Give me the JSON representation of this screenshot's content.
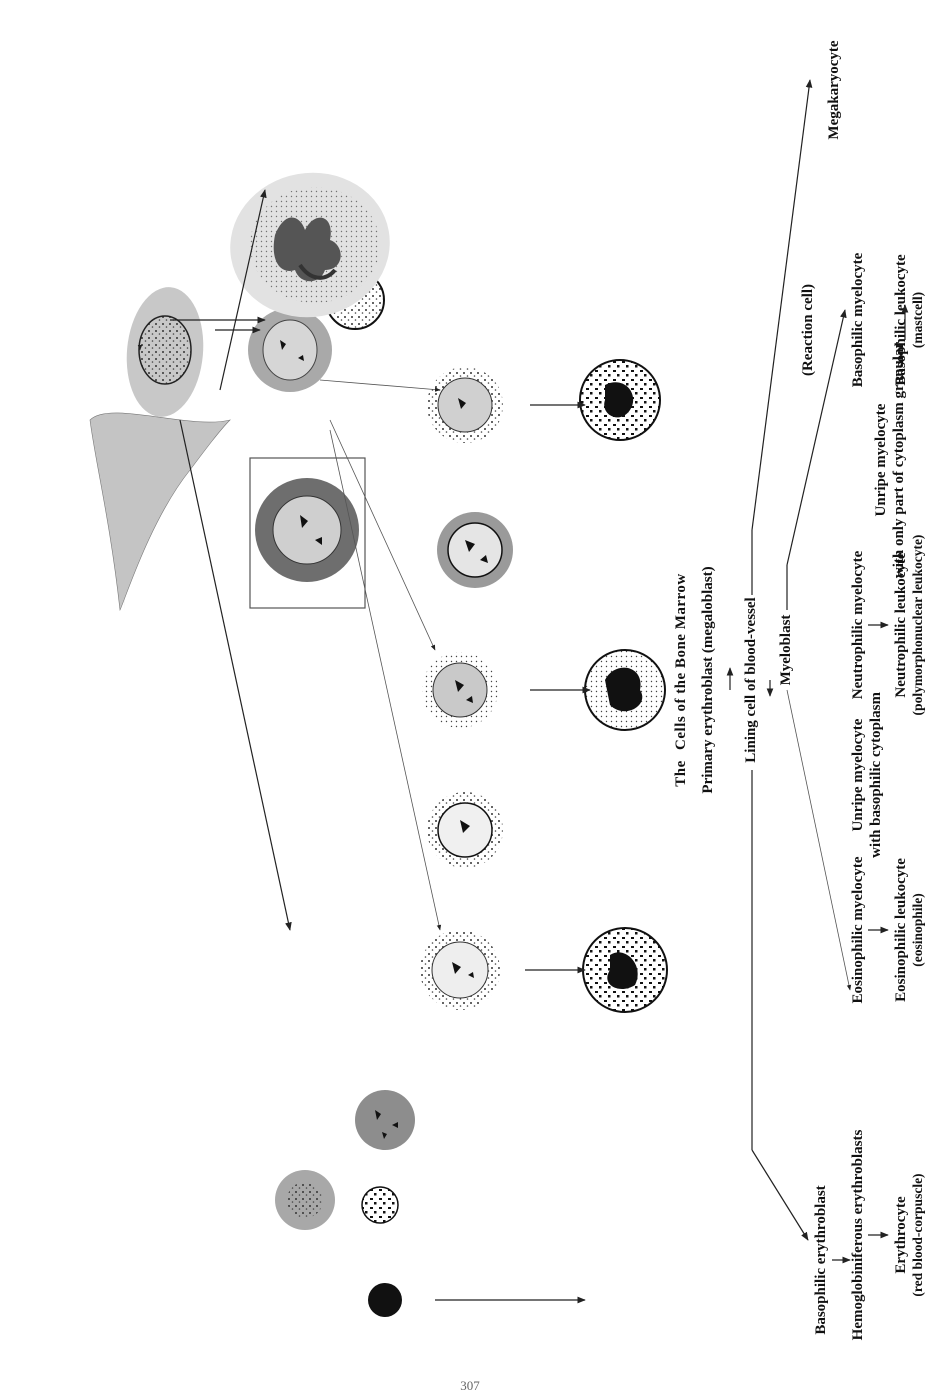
{
  "diagram": {
    "caption_prefix": "The",
    "caption_rest": "Cells of the Bone Marrow",
    "root": {
      "primary": "Primary erythroblast (megaloblast)",
      "lining": "Lining cell of blood-vessel"
    },
    "branches": {
      "megakaryocyte": "Megakaryocyte",
      "reaction_cell": "(Reaction cell)",
      "myeloblast": "Myeloblast",
      "basophilic_erythroblast": "Basophilic erythroblast",
      "hemoglobiniferous": "Hemoglobiniferous erythroblasts",
      "erythrocyte": "Erythrocyte",
      "erythrocyte_note": "(red blood-corpuscle)",
      "eosinophilic_myelocyte": "Eosinophilic myelocyte",
      "eosinophilic_leukocyte": "Eosinophilic leukocyte",
      "eosinophilic_note": "(eosinophile)",
      "unripe_basophilic_1": "Unripe myelocyte",
      "unripe_basophilic_2": "with basophilic cytoplasm",
      "neutrophilic_myelocyte": "Neutrophilic myelocyte",
      "neutrophilic_leukocyte": "Neutrophilic leukocyte",
      "neutrophilic_note": "(polymorphonuclear leukocyte)",
      "unripe_granular_1": "Unripe myelocyte",
      "unripe_granular_2": "with only part of cytoplasm granular",
      "basophilic_myelocyte": "Basophilic myelocyte",
      "basophilic_leukocyte": "Basophilic leukocyte",
      "basophilic_note": "(mastcell)"
    }
  },
  "page_number": "307",
  "colors": {
    "ink": "#111111",
    "cell_gray": "#b8b8b8",
    "cell_dark": "#6d6d6d",
    "megakaryocyte_bg": "#e4e4e4"
  }
}
